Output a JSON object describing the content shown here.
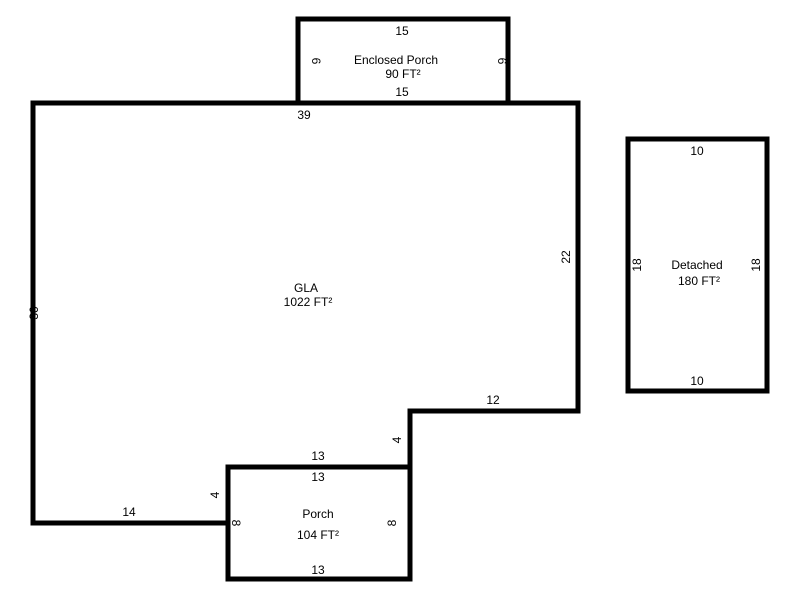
{
  "areas": {
    "gla": {
      "name": "GLA",
      "area": "1022 FT²",
      "dims": {
        "top": "39",
        "left": "30",
        "right": "22",
        "step_bottom": "12",
        "step_side": "4",
        "step_lower": "13",
        "bottom": "14"
      }
    },
    "enclosed_porch": {
      "name": "Enclosed Porch",
      "area": "90 FT²",
      "dims": {
        "top": "15",
        "bottom": "15",
        "left": "6",
        "right": "6"
      }
    },
    "detached": {
      "name": "Detached",
      "area": "180 FT²",
      "dims": {
        "top": "10",
        "bottom": "10",
        "left": "18",
        "right": "18"
      }
    },
    "porch": {
      "name": "Porch",
      "area": "104 FT²",
      "dims": {
        "top": "13",
        "bottom": "13",
        "left": "8",
        "right": "8",
        "left_upper": "4"
      }
    }
  }
}
